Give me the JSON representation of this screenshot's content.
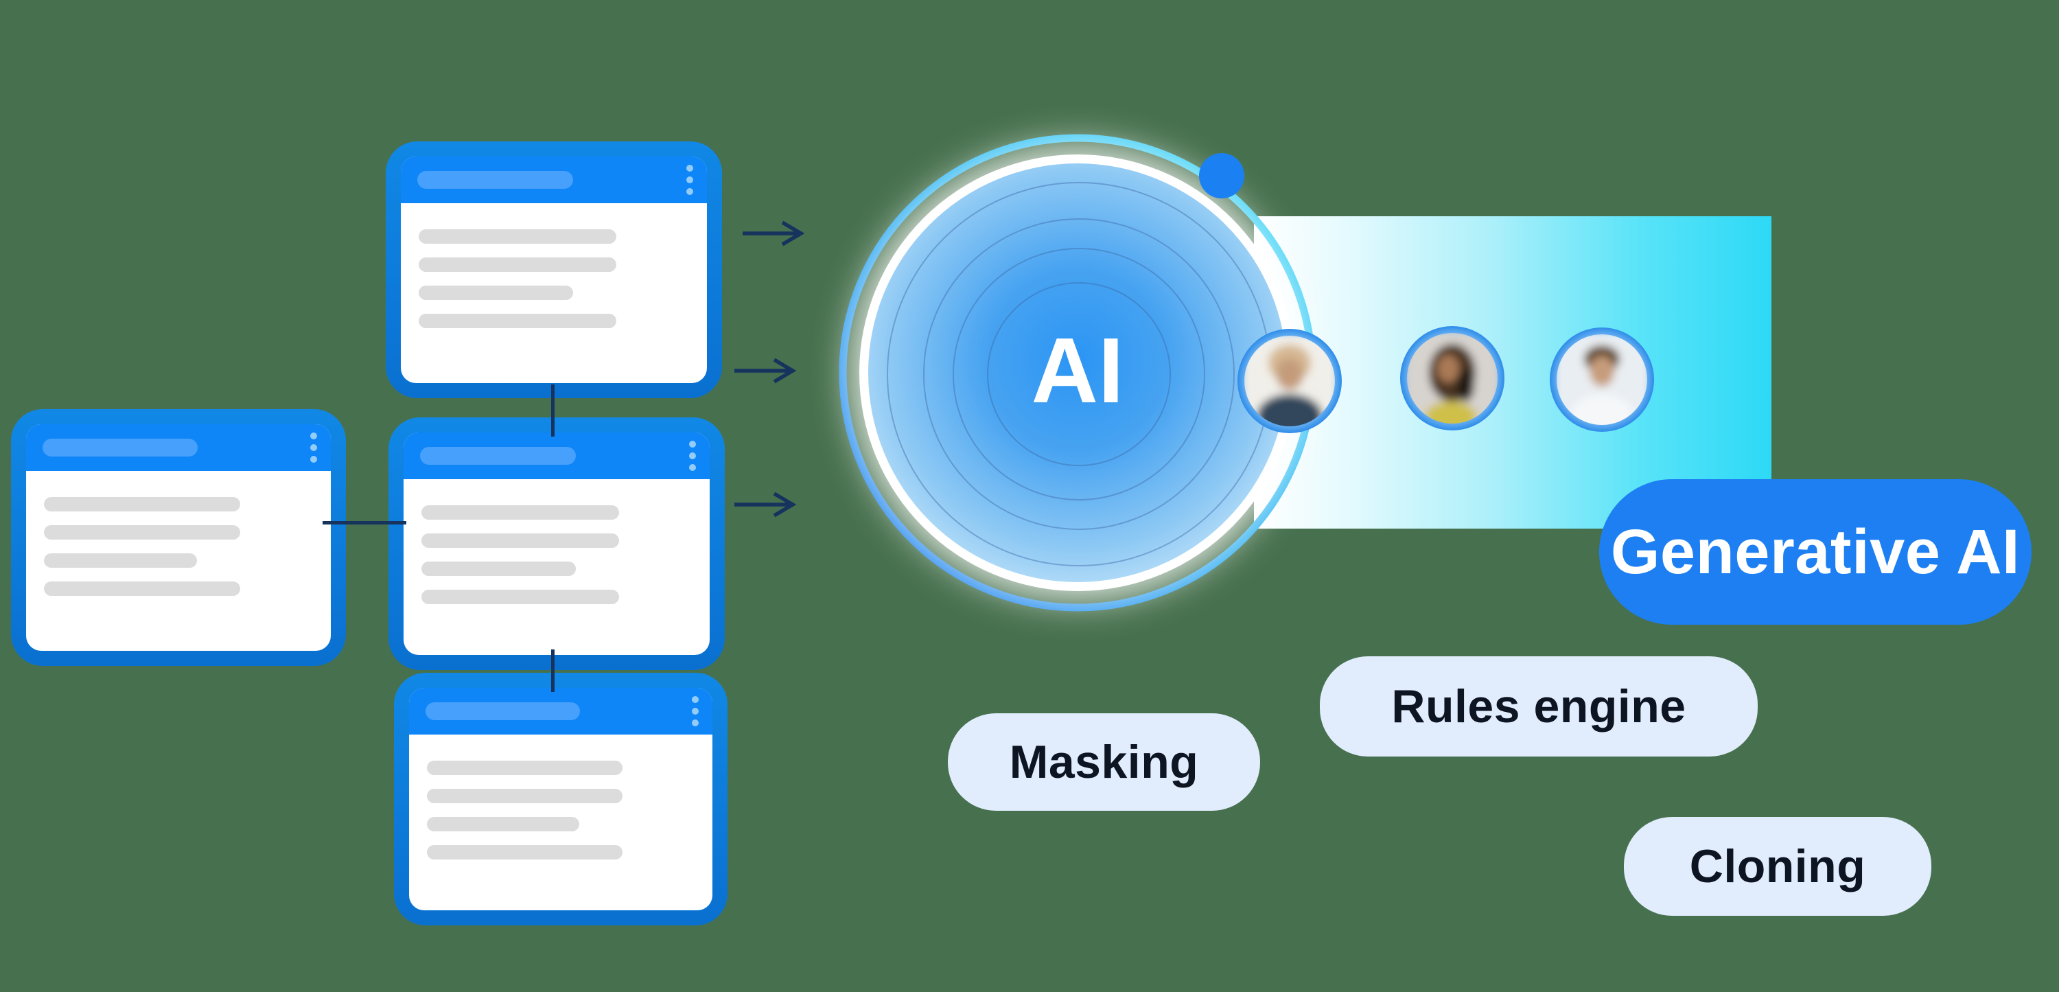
{
  "scene": {
    "background_color": "#47714E",
    "type": "product-illustration-diagram"
  },
  "ai_core": {
    "label": "AI",
    "disc_center_color": "#2B95F4",
    "disc_edge_color": "#EAF7FE",
    "orbit_ring_gradient": [
      "#2D7FEE",
      "#4EE2F8"
    ],
    "orbit_dot_color": "#1B80F2",
    "inner_ring_count": 4
  },
  "band": {
    "gradient": [
      "#FFFFFF",
      "#2DD9F6"
    ]
  },
  "pills": {
    "generative_ai": {
      "label": "Generative AI",
      "bg": "#1D7FF2",
      "text_color": "#FFFFFF"
    },
    "rules_engine": {
      "label": "Rules engine",
      "bg": "#E1ECFC",
      "text_color": "#0D1422"
    },
    "masking": {
      "label": "Masking",
      "bg": "#E1ECFC",
      "text_color": "#0D1422"
    },
    "cloning": {
      "label": "Cloning",
      "bg": "#E1ECFC",
      "text_color": "#0D1422"
    }
  },
  "cards": {
    "count": 4,
    "positions": [
      "top",
      "left",
      "middle",
      "bottom"
    ],
    "frame_color": "#0B78D4",
    "header_color": "#0E86F8",
    "title_bar_color": "#46A0FC",
    "menu_icon": "kebab-menu-icon",
    "text_line_color": "#DCDCDC",
    "text_lines_per_card": 4
  },
  "connectors": {
    "color": "#16335E",
    "arrow_icon": "arrow-right-icon",
    "arrow_count": 3
  },
  "avatars": {
    "count": 3,
    "style": "blurred-photo-in-blue-circle",
    "rim_color": "#2E8CE9"
  }
}
